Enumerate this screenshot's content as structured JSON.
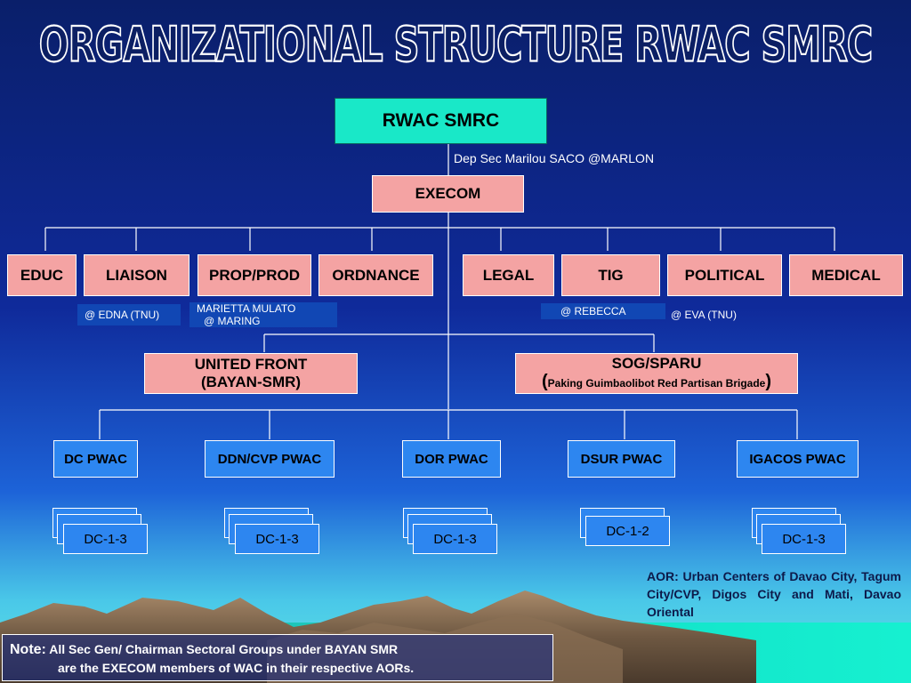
{
  "title": "ORGANIZATIONAL STRUCTURE RWAC SMRC",
  "top_unit": "RWAC SMRC",
  "dep_sec": "Dep Sec Marilou SACO @MARLON",
  "execom": "EXECOM",
  "departments": [
    "EDUC",
    "LIAISON",
    "PROP/PROD",
    "ORDNANCE",
    "LEGAL",
    "TIG",
    "POLITICAL",
    "MEDICAL"
  ],
  "dept_tags": {
    "liaison": "@ EDNA (TNU)",
    "prop_line1": "MARIETTA MULATO",
    "prop_line2": "@ MARING",
    "tig": "@ REBECCA",
    "political": "@ EVA (TNU)"
  },
  "united_front": {
    "line1": "UNITED FRONT",
    "line2": "(BAYAN-SMR)"
  },
  "sog": {
    "line1": "SOG/SPARU",
    "open": "(",
    "line2": "Paking Guimbaolibot Red Partisan Brigade",
    "close": ")"
  },
  "pwacs": [
    {
      "name": "DC PWAC",
      "dc": "DC-1-3"
    },
    {
      "name": "DDN/CVP PWAC",
      "dc": "DC-1-3"
    },
    {
      "name": "DOR PWAC",
      "dc": "DC-1-3"
    },
    {
      "name": "DSUR PWAC",
      "dc": "DC-1-2"
    },
    {
      "name": "IGACOS PWAC",
      "dc": "DC-1-3"
    }
  ],
  "aor": "AOR: Urban Centers of Davao City, Tagum City/CVP, Digos  City and Mati, Davao Oriental",
  "note": {
    "label": "Note:",
    "line1": "All Sec Gen/ Chairman Sectoral Groups under BAYAN SMR",
    "line2": "are the EXECOM members of WAC in their respective AORs."
  },
  "colors": {
    "teal": "#19e8c8",
    "pink": "#f4a3a3",
    "blue": "#2d86f0",
    "tag": "#1147b4"
  }
}
